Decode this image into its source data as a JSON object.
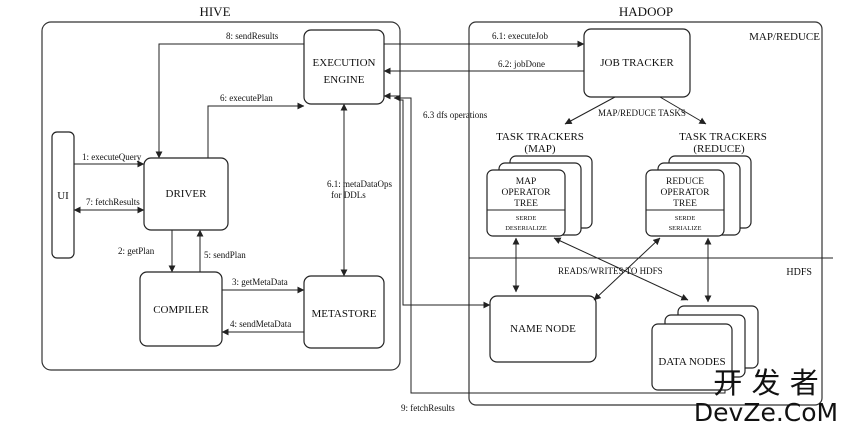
{
  "sections": {
    "hive": "HIVE",
    "hadoop": "HADOOP",
    "map_reduce": "MAP/REDUCE",
    "hdfs": "HDFS"
  },
  "nodes": {
    "ui": "UI",
    "execution_engine": [
      "EXECUTION",
      "ENGINE"
    ],
    "driver": "DRIVER",
    "compiler": "COMPILER",
    "metastore": "METASTORE",
    "job_tracker": "JOB TRACKER",
    "name_node": "NAME NODE",
    "data_nodes": "DATA NODES",
    "task_trackers_map": {
      "title": [
        "TASK TRACKERS",
        "(MAP)"
      ],
      "operator": [
        "MAP",
        "OPERATOR",
        "TREE"
      ],
      "serde": [
        "SERDE",
        "DESERIALIZE"
      ]
    },
    "task_trackers_reduce": {
      "title": [
        "TASK TRACKERS",
        "(REDUCE)"
      ],
      "operator": [
        "REDUCE",
        "OPERATOR",
        "TREE"
      ],
      "serde": [
        "SERDE",
        "SERIALIZE"
      ]
    }
  },
  "edges": {
    "execute_query": "1: executeQuery",
    "get_plan": "2: getPlan",
    "get_metadata": "3: getMetaData",
    "send_metadata": "4: sendMetaData",
    "send_plan": "5: sendPlan",
    "execute_plan": "6: executePlan",
    "metadata_ops": [
      "6.1: metaDataOps",
      "for DDLs"
    ],
    "execute_job": "6.1: executeJob",
    "job_done": "6.2: jobDone",
    "dfs_operations": "6.3 dfs operations",
    "fetch_results": "7: fetchResults",
    "send_results": "8: sendResults",
    "fetch_results_9": "9: fetchResults",
    "map_reduce_tasks": "MAP/REDUCE TASKS",
    "reads_writes_hdfs": "READS/WRITES TO HDFS"
  },
  "watermark": {
    "cn": "开 发 者",
    "en": "DevZe.CoM",
    "color": "#1f63b5"
  }
}
